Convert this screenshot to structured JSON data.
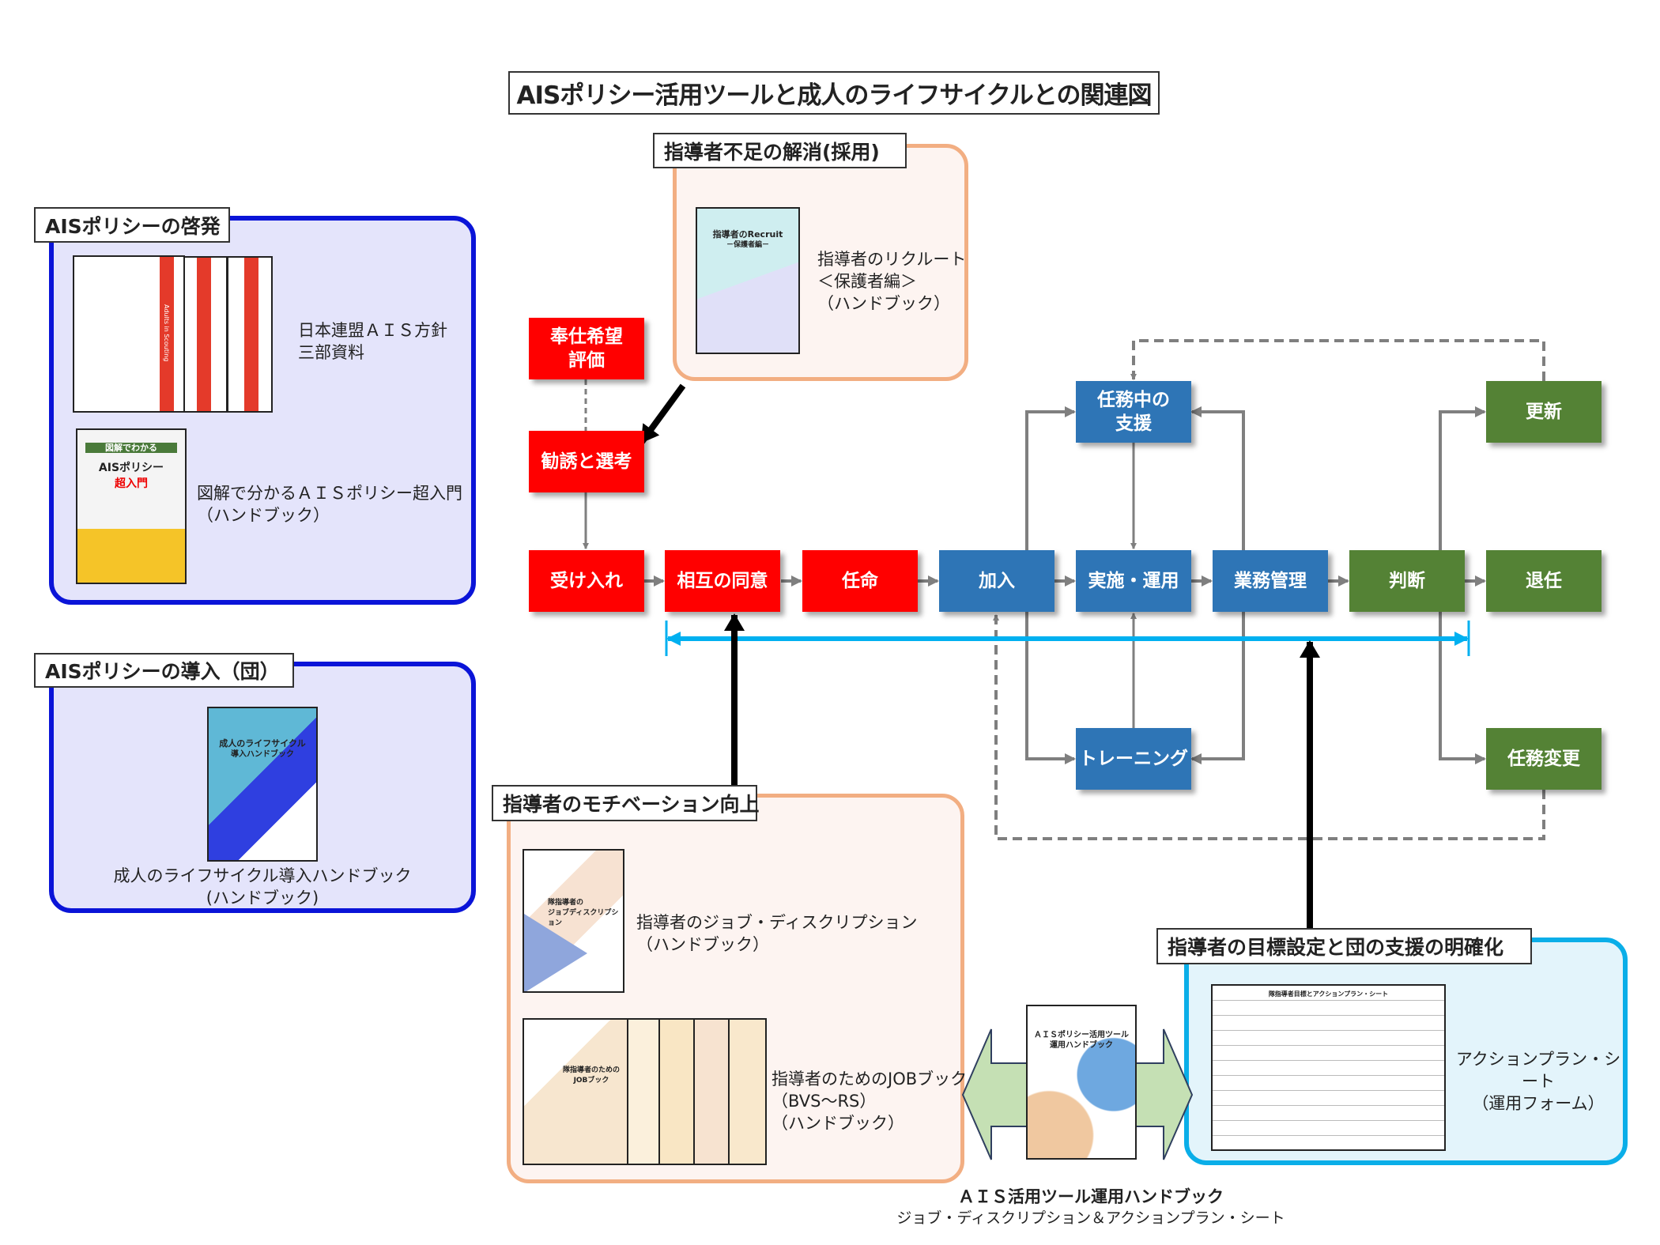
{
  "title": "AISポリシー活用ツールと成人のライフサイクルとの関連図",
  "colors": {
    "red": "#ff0000",
    "blue": "#2e75b6",
    "green": "#548235",
    "cyan_line": "#00b0f0",
    "panel_blue": "#0a14d8",
    "panel_orange": "#f2ae82",
    "panel_cyan": "#0aaee8"
  },
  "panels": {
    "awareness": {
      "header": "AISポリシーの啓発",
      "items": [
        {
          "label": "日本連盟ＡＩＳ方針\n三部資料",
          "cover_text": "Adults in Scouting"
        },
        {
          "label": "図解で分かるＡＩＳポリシー超入門\n（ハンドブック）",
          "cover_title": "AISポリシー",
          "cover_sub": "超入門",
          "cover_top": "図解でわかる"
        }
      ]
    },
    "introduction": {
      "header": "AISポリシーの導入（団）",
      "item": {
        "label": "成人のライフサイクル導入ハンドブック\n(ハンドブック)",
        "cover_title": "成人のライフサイクル",
        "cover_sub": "導入ハンドブック"
      }
    },
    "recruit": {
      "header": "指導者不足の解消(採用)",
      "item": {
        "label": "指導者のリクルート\n＜保護者編＞\n（ハンドブック）",
        "cover_title": "指導者のRecruit",
        "cover_sub": "－保護者編－"
      }
    },
    "motivation": {
      "header": "指導者のモチベーション向上",
      "items": [
        {
          "label": "指導者のジョブ・ディスクリプション\n（ハンドブック）",
          "cover_title": "隊指導者の\nジョブディスクリプション"
        },
        {
          "label": "指導者のためのJOBブック\n（BVS～RS）\n（ハンドブック）",
          "cover_title": "隊指導者のための\nJOBブック"
        }
      ]
    },
    "goal_setting": {
      "header": "指導者の目標設定と団の支援の明確化",
      "item": {
        "label": "アクションプラン・シート\n（運用フォーム）",
        "cover_title": "隊指導者目標とアクションプラン・シート"
      }
    }
  },
  "handbook": {
    "cover_title": "ＡＩＳポリシー活用ツール\n運用ハンドブック",
    "caption_title": "ＡＩＳ活用ツール運用ハンドブック",
    "caption_sub": "ジョブ・ディスクリプション＆アクションプラン・シート"
  },
  "flow": {
    "service_eval": "奉仕希望\n評価",
    "recruit_select": "勧誘と選考",
    "accept": "受け入れ",
    "agreement": "相互の同意",
    "appoint": "任命",
    "join": "加入",
    "operate": "実施・運用",
    "manage": "業務管理",
    "judge": "判断",
    "retire": "退任",
    "support": "任務中の\n支援",
    "training": "トレーニング",
    "renew": "更新",
    "change": "任務変更"
  }
}
